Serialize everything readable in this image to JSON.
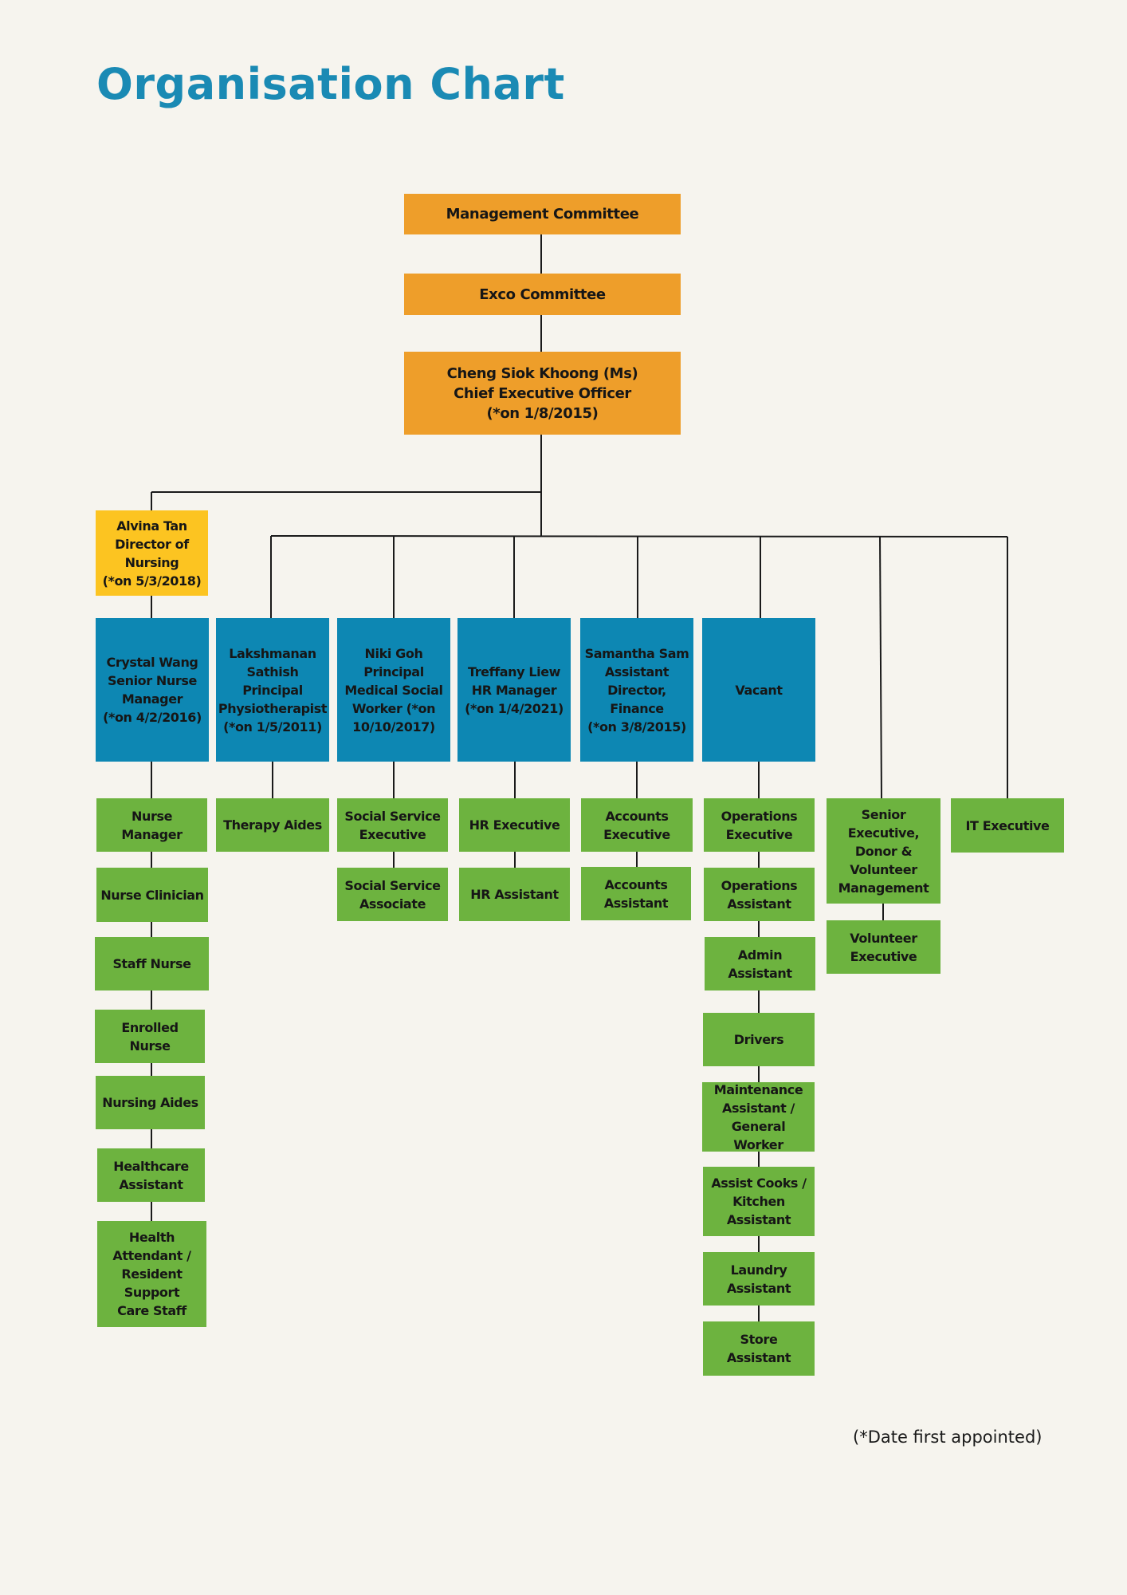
{
  "title": "Organisation Chart",
  "footnote": "(*Date first appointed)",
  "colors": {
    "background": "#f6f4ee",
    "title": "#1a8ab4",
    "committee": "#ee9e2a",
    "director": "#fcc421",
    "manager": "#0d87b3",
    "staff": "#6db33f",
    "line": "#1a1a1a"
  },
  "nodes": {
    "mgmt": "Management Committee",
    "exco": "Exco Committee",
    "ceo": "Cheng Siok Khoong (Ms)\nChief Executive Officer\n(*on 1/8/2015)",
    "don": "Alvina Tan\nDirector of\nNursing\n(*on 5/3/2018)",
    "crystal": "Crystal Wang\nSenior Nurse\nManager\n(*on  4/2/2016)",
    "laksh": "Lakshmanan\nSathish\nPrincipal\nPhysiotherapist\n(*on 1/5/2011)",
    "niki": "Niki Goh\nPrincipal\nMedical Social\nWorker (*on\n10/10/2017)",
    "treffany": "Treffany Liew\nHR Manager\n(*on 1/4/2021)",
    "samantha": "Samantha Sam\nAssistant\nDirector,\nFinance\n(*on 3/8/2015)",
    "vacant": "Vacant",
    "nurse_manager": "Nurse Manager",
    "nurse_clinician": "Nurse Clinician",
    "staff_nurse": "Staff Nurse",
    "enrolled_nurse": "Enrolled\nNurse",
    "nursing_aides": "Nursing Aides",
    "healthcare_assistant": "Healthcare\nAssistant",
    "health_attendant": "Health\nAttendant /\nResident\nSupport\nCare Staff",
    "therapy_aides": "Therapy Aides",
    "ss_exec": "Social Service\nExecutive",
    "ss_assoc": "Social Service\nAssociate",
    "hr_exec": "HR Executive",
    "hr_asst": "HR Assistant",
    "acc_exec": "Accounts\nExecutive",
    "acc_asst": "Accounts\nAssistant",
    "ops_exec": "Operations\nExecutive",
    "ops_asst": "Operations\nAssistant",
    "admin_asst": "Admin\nAssistant",
    "drivers": "Drivers",
    "maint": "Maintenance\nAssistant /\nGeneral Worker",
    "cooks": "Assist Cooks /\nKitchen\nAssistant",
    "laundry": "Laundry\nAssistant",
    "store": "Store Assistant",
    "senior_exec": "Senior\nExecutive,\nDonor &\nVolunteer\nManagement",
    "vol_exec": "Volunteer\nExecutive",
    "it_exec": "IT Executive"
  }
}
